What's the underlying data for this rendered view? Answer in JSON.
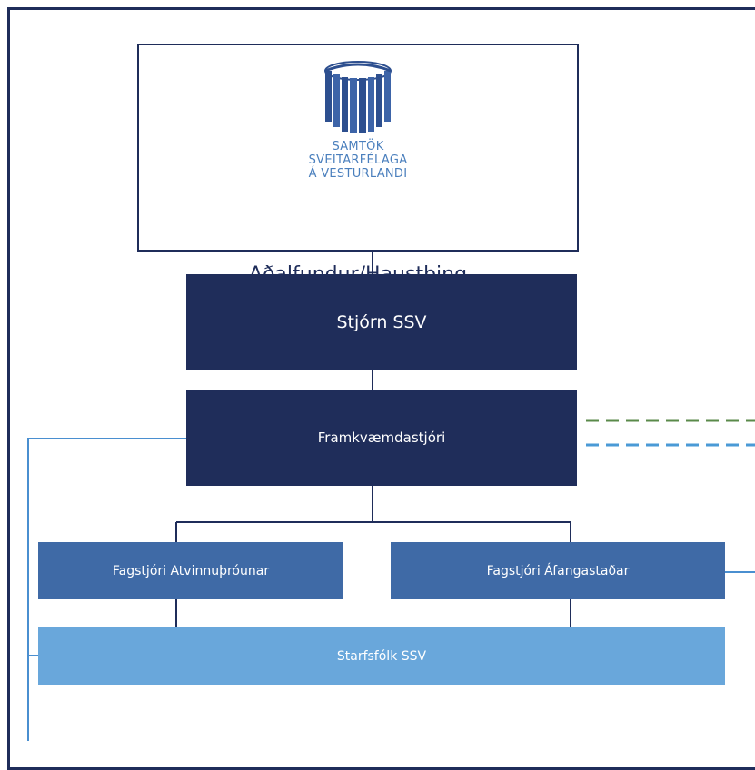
{
  "logo": {
    "icon": "cylinder-columns-logo",
    "line1": "SAMTÖK",
    "line2": "SVEITARFÉLAGA",
    "line3": "Á VESTURLANDI"
  },
  "nodes": {
    "general_meeting": "Aðalfundur/Haustþing",
    "board": "Stjórn SSV",
    "managing_director": "Framkvæmdastjóri",
    "lead_business_dev": "Fagstjóri Atvinnuþróunar",
    "lead_destination": "Fagstjóri Áfangastaðar",
    "staff": "Starfsfólk SSV"
  },
  "colors": {
    "navy": "#1f2d5a",
    "mid_blue": "#3f6aa6",
    "light_blue": "#69a7db",
    "green_dashed": "#5a8a4a",
    "blue_dashed": "#4a9ad6",
    "connector_blue": "#4a8fd0"
  }
}
